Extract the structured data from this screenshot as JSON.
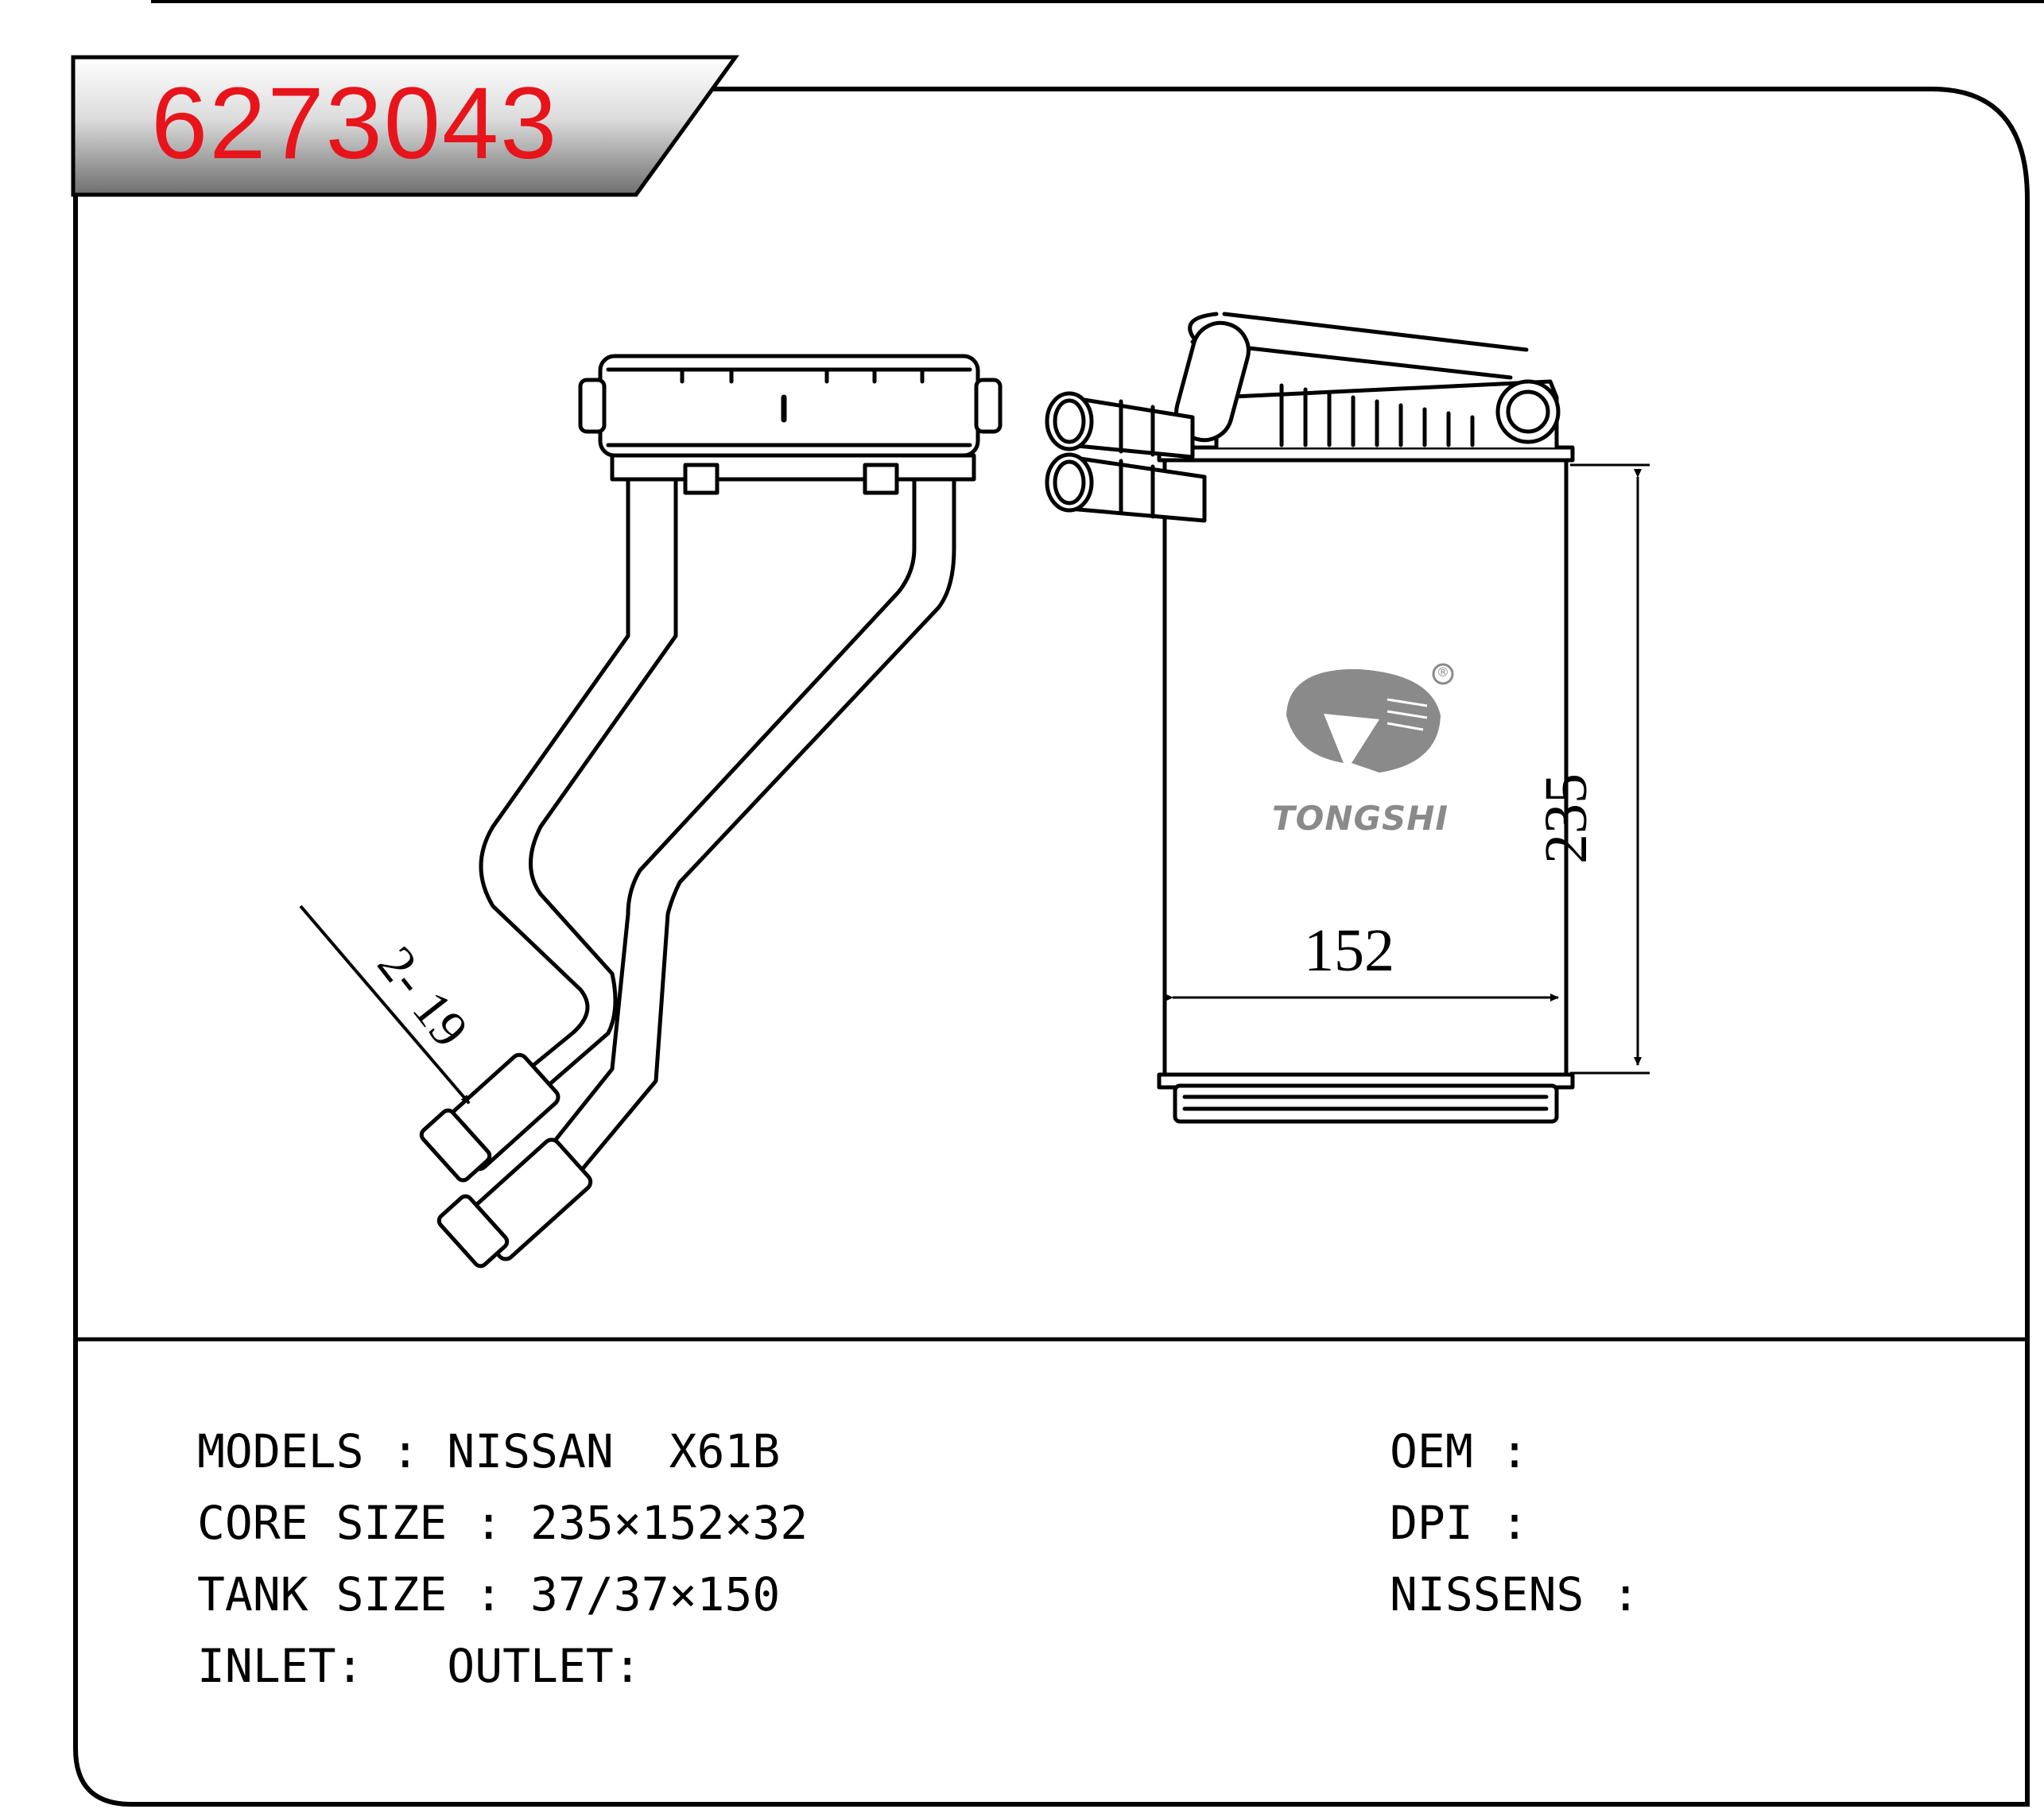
{
  "part_number": "6273043",
  "dimensions": {
    "width": "152",
    "height": "235",
    "pipe": "2- 19"
  },
  "brand": {
    "name": "TONGSHI",
    "mark": "®"
  },
  "specs": {
    "models": "MODELS : NISSAN  X61B",
    "core_size": "CORE SIZE : 235×152×32",
    "tank_size": "TANK SIZE : 37/37×150",
    "inlet_outlet": "INLET:   OUTLET:",
    "oem": "OEM :",
    "dpi": "DPI :",
    "nissens": "NISSENS :"
  },
  "colors": {
    "part_number": "#e8141b",
    "logo_gray": "#8a8a8a",
    "line": "#000000"
  }
}
